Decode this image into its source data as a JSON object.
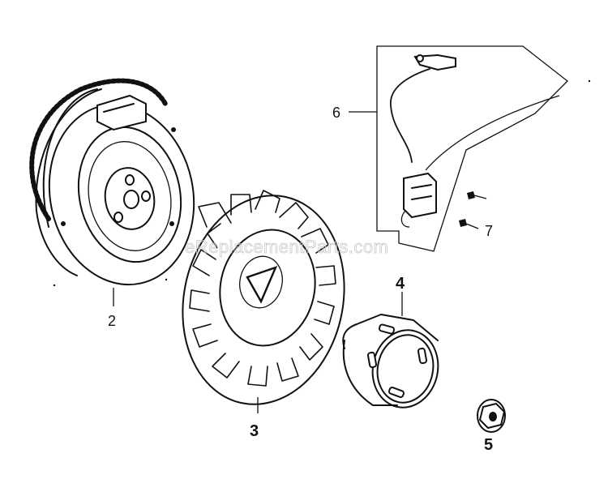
{
  "watermark": "eReplacementParts.com",
  "callouts": [
    {
      "id": "flywheel",
      "label": "2"
    },
    {
      "id": "cooling-fan",
      "label": "3"
    },
    {
      "id": "starter-pulley",
      "label": "4"
    },
    {
      "id": "flange-nut",
      "label": "5"
    },
    {
      "id": "ignition-coil-assembly",
      "label": "6"
    },
    {
      "id": "bolt",
      "label": "7"
    }
  ]
}
